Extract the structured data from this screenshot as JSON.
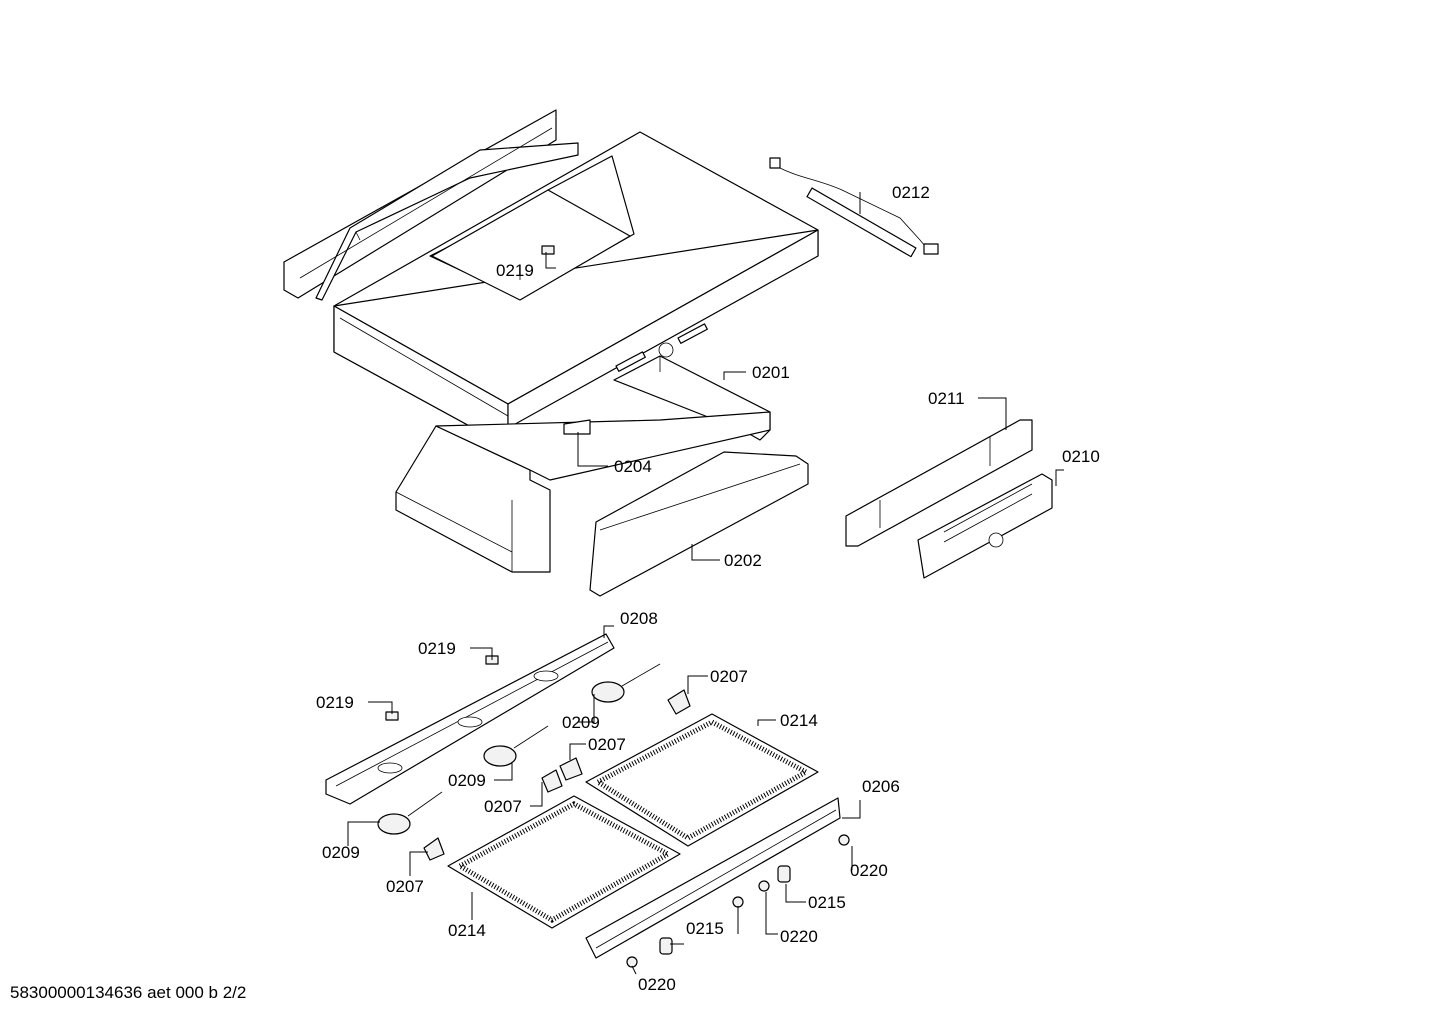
{
  "callouts": [
    {
      "id": "c0212",
      "text": "0212"
    },
    {
      "id": "c0219a",
      "text": "0219"
    },
    {
      "id": "c0201",
      "text": "0201"
    },
    {
      "id": "c0204",
      "text": "0204"
    },
    {
      "id": "c0211",
      "text": "0211"
    },
    {
      "id": "c0210",
      "text": "0210"
    },
    {
      "id": "c0202",
      "text": "0202"
    },
    {
      "id": "c0208",
      "text": "0208"
    },
    {
      "id": "c0219b",
      "text": "0219"
    },
    {
      "id": "c0219c",
      "text": "0219"
    },
    {
      "id": "c0207a",
      "text": "0207"
    },
    {
      "id": "c0209a",
      "text": "0209"
    },
    {
      "id": "c0214a",
      "text": "0214"
    },
    {
      "id": "c0207b",
      "text": "0207"
    },
    {
      "id": "c0209b",
      "text": "0209"
    },
    {
      "id": "c0207c",
      "text": "0207"
    },
    {
      "id": "c0206",
      "text": "0206"
    },
    {
      "id": "c0209c",
      "text": "0209"
    },
    {
      "id": "c0220a",
      "text": "0220"
    },
    {
      "id": "c0207d",
      "text": "0207"
    },
    {
      "id": "c0215a",
      "text": "0215"
    },
    {
      "id": "c0214b",
      "text": "0214"
    },
    {
      "id": "c0220b",
      "text": "0220"
    },
    {
      "id": "c0215b",
      "text": "0215"
    },
    {
      "id": "c0220c",
      "text": "0220"
    }
  ],
  "footer": {
    "doc_id": "58300000134636 aet 000 b 2/2"
  }
}
